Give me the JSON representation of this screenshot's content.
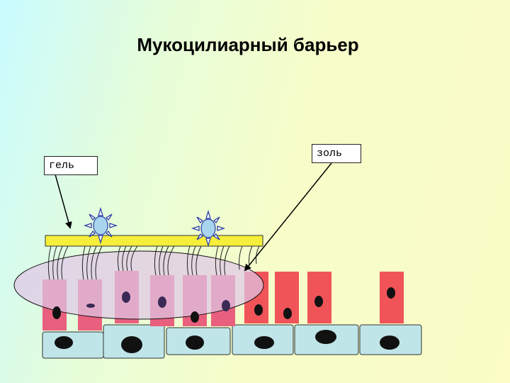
{
  "title": "Мукоцилиарный барьер",
  "labels": {
    "gel": "гель",
    "sol": "золь"
  },
  "colors": {
    "gel_layer": "#f5ee3a",
    "ciliated_cell": "#e8607e",
    "goblet_cell": "#f05458",
    "basal_cell": "#bfe5e8",
    "sol_ellipse": "#dfc6e6",
    "particle": "#a9d4ee",
    "nucleus": "#111111"
  },
  "icons": [
    "pathogen-particle-icon",
    "arrow-icon"
  ]
}
